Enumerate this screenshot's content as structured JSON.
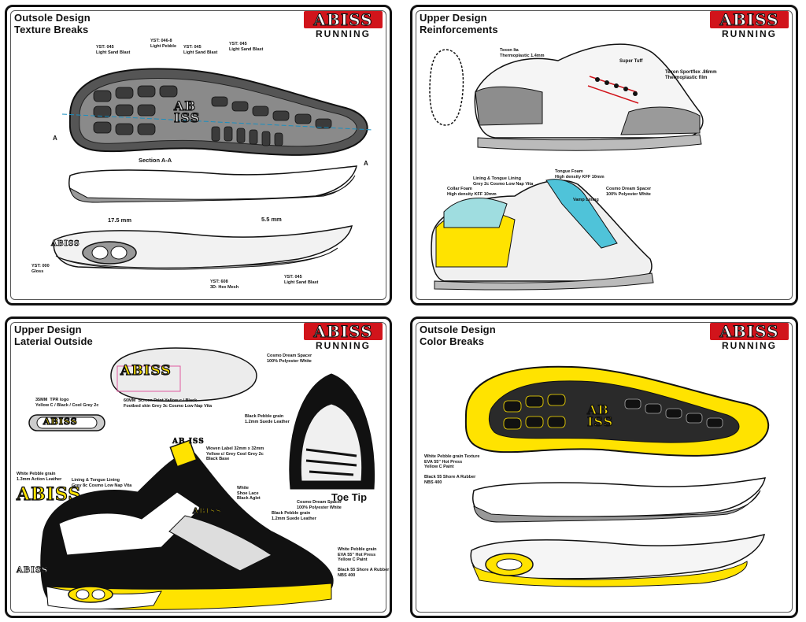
{
  "brand": {
    "name": "ABISS",
    "tagline": "RUNNING"
  },
  "panels": {
    "texture": {
      "title_line1": "Outsole Design",
      "title_line2": "Texture Breaks",
      "labels": {
        "yst045_a": "YST: 045\nLight Sand Blast",
        "yst046": "YST: 046-8\nLight Pebble",
        "yst045_b": "YST: 045\nLight Sand Blast",
        "yst045_c": "YST: 045\nLight Sand Blast",
        "section": "Section A-A",
        "marker_a1": "A",
        "marker_a2": "A",
        "dim1": "17.5 mm",
        "dim2": "5.5 mm",
        "yst000": "YST: 000\nGloss",
        "yst608": "YST: 608\n3D- Hex Mesh",
        "yst045_d": "YST: 045\nLight Sand Blast",
        "sole_brand_top": "AB",
        "sole_brand_bot": "ISS"
      }
    },
    "reinforcements": {
      "title_line1": "Upper Design",
      "title_line2": "Reinforcements",
      "labels": {
        "texon": "Texon Ita\nThermoplastic 1.4mm",
        "super_tuff": "Super Tuff",
        "texon_sportflex": "Texon Sportflex .86mm\nThermoplastic film",
        "collar_foam": "Collar Foam\nHigh density KFF 10mm",
        "lining": "Lining & Tongue Lining\nGrey 2c Cosmo Low Nap Vita",
        "tongue_foam": "Tongue Foam\nHigh density KFF 10mm",
        "vamp_lining": "Vamp Lining",
        "cosmo_dream": "Cosmo Dream Spacer\n100% Polyester White"
      }
    },
    "lateral": {
      "title_line1": "Upper Design",
      "title_line2": "Laterial Outside",
      "labels": {
        "cosmo_top": "Cosmo Dream Spacer\n100% Polyester White",
        "screen_print": "60MM  Screen Print Yellow c / Black\nFootbed skin Grey 3c Cosmo Low Nap Vita",
        "tpr_logo": "35MM  TPR logo\nYellow C / Black / Cool Grey 2c",
        "black_pebble": "Black Pebble grain\n1.2mm Suede Leather",
        "woven_label": "Woven Label 32mm x 32mm\nYellow c/ Grey Cool Grey 2c\nBlack Base",
        "white_pebble_left": "White Pebble grain\n1.3mm Action Leather",
        "lining": "Lining & Tongue Lining\nGrey 8c Cosmo Low Nap Vita",
        "white_lace": "White\nShoe Lace\nBlack Aglet",
        "cosmo_mid": "Cosmo Dream Spacer\n100% Polyester White",
        "black_pebble_2": "Black Pebble grain\n1.2mm Suede Leather",
        "toe_tip": "Toe Tip",
        "white_pebble_eva": "White Pebble grain\nEVA 55\" Hot Press\nYellow C Paint",
        "black_rubber": "Black 55 Shore A Rubber\nNBS 400",
        "logo_big": "ABISS",
        "logo_small": "ABISS",
        "insole_logo": "ABISS",
        "tpr_logo_text": "ABISS",
        "side_logo": "ABISS",
        "tongue_tag": "AB ISS"
      }
    },
    "colorbreaks": {
      "title_line1": "Outsole Design",
      "title_line2": "Color Breaks",
      "labels": {
        "texture": "White Pebble grain Texture\nEVA 55\" Hot Press\nYellow C Paint",
        "rubber": "Black 55 Shore A Rubber\nNBS 400",
        "sole_brand_top": "AB",
        "sole_brand_bot": "ISS"
      }
    }
  }
}
